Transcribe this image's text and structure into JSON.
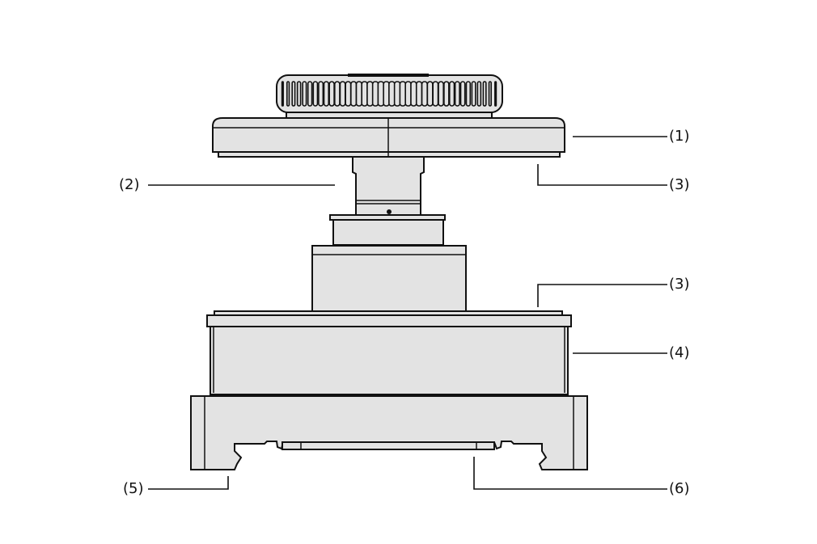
{
  "labels": {
    "l1": "(1)",
    "l2": "(2)",
    "l3a": "(3)",
    "l3b": "(3)",
    "l4": "(4)",
    "l5": "(5)",
    "l6": "(6)"
  },
  "colors": {
    "fill": "#e3e3e3",
    "stroke": "#111111"
  }
}
